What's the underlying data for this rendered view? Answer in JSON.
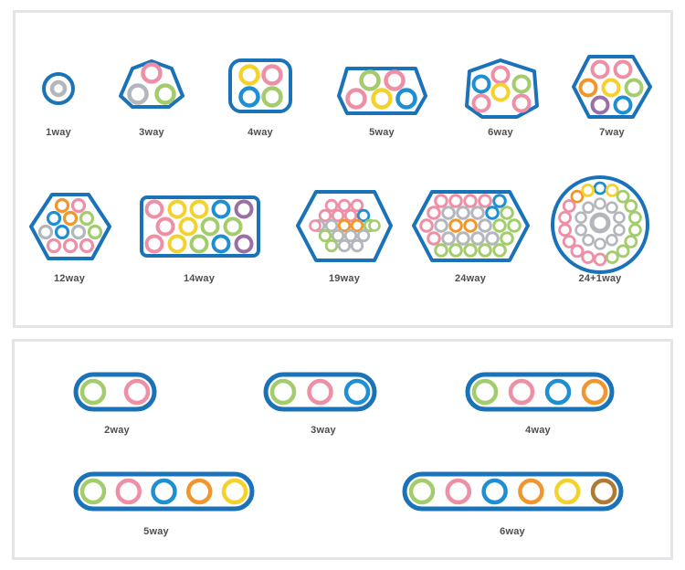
{
  "colors": {
    "sheath": "#1a73b8",
    "grey": "#b3b6bb",
    "pink": "#ee8fa6",
    "green": "#a3cc6c",
    "yellow": "#f5d22b",
    "blue": "#1f8fd4",
    "orange": "#f0962d",
    "purple": "#9b6ea8",
    "brown": "#b07a32",
    "panel_border": "#e3e4e8"
  },
  "round_cables": {
    "labels": {
      "w1": "1way",
      "w3": "3way",
      "w4": "4way",
      "w5": "5way",
      "w6": "6way",
      "w7": "7way",
      "w12": "12way",
      "w14": "14way",
      "w19": "19way",
      "w24": "24way",
      "w25": "24+1way"
    }
  },
  "flat_cables": {
    "labels": {
      "f2": "2way",
      "f3": "3way",
      "f4": "4way",
      "f5": "5way",
      "f6": "6way"
    }
  }
}
